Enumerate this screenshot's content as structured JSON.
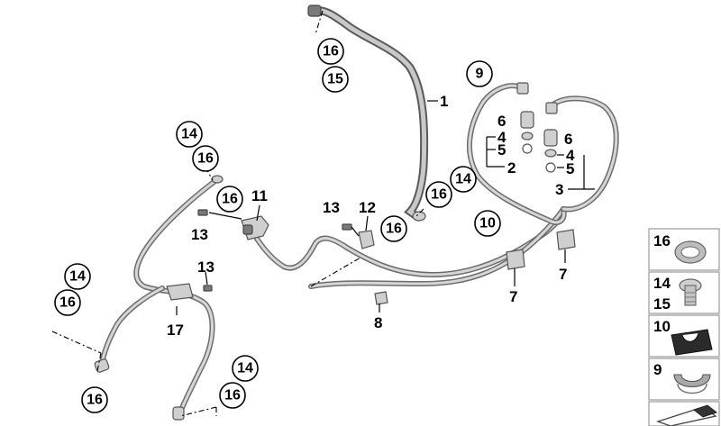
{
  "callouts": {
    "pipe_main": "1",
    "line_2": "2",
    "line_3": "3",
    "seal_4": "4",
    "seal_5": "5",
    "nut_6": "6",
    "clip_7": "7",
    "clip_8": "8",
    "grommet_9": "9",
    "grommet_10": "10",
    "bracket_11": "11",
    "bracket_12": "12",
    "screw_13": "13",
    "bolt_14": "14",
    "bolt_15": "15",
    "washer_16": "16",
    "bracket_17": "17"
  },
  "legend": {
    "items": [
      {
        "num": "16",
        "icon": "sealing-ring-icon"
      },
      {
        "num": "14",
        "num2": "15",
        "icon": "banjo-bolt-icon"
      },
      {
        "num": "10",
        "icon": "black-grommet-icon"
      },
      {
        "num": "9",
        "icon": "grey-grommet-icon"
      },
      {
        "num": "",
        "icon": "shim-plate-icon"
      }
    ]
  }
}
